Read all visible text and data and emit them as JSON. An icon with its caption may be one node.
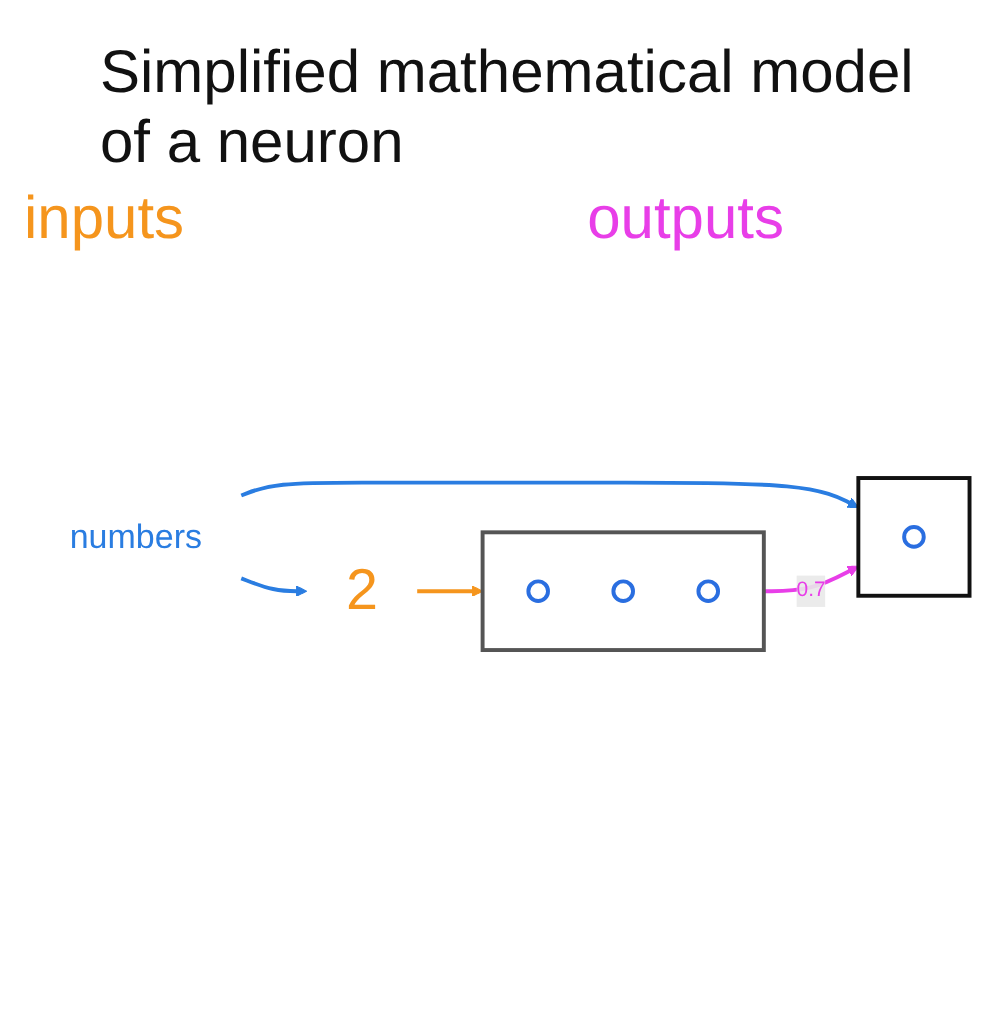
{
  "diagram": {
    "title": "Simplified mathematical model of a neuron",
    "nodes": [
      {
        "text": [
          "numbers"
        ]
      },
      {
        "text": [
          "2"
        ]
      },
      {
        "text": [],
        "shape": "box"
      },
      {
        "text": [],
        "shape": "circle",
        "in": 2
      },
      {
        "text": [],
        "shape": "circle",
        "in": 2
      },
      {
        "text": [],
        "shape": "circle",
        "in": 2
      },
      {
        "text": [],
        "shape": "box"
      },
      {
        "text": [],
        "shape": "circle",
        "in": 6
      }
    ],
    "edges": [
      {
        "from": 0,
        "to": 1,
        "arrow": "to",
        "color": "#2a7de1"
      },
      {
        "from": 0,
        "to": 6,
        "arrow": "to",
        "color": "#2a7de1"
      },
      {
        "from": 1,
        "to": 2,
        "arrow": "to",
        "color": "#f5951d"
      },
      {
        "from": 2,
        "to": 6,
        "arrow": "to",
        "label": "0.7",
        "color": "#e83ee8"
      }
    ],
    "labels": [
      "inputs",
      "outputs"
    ]
  }
}
